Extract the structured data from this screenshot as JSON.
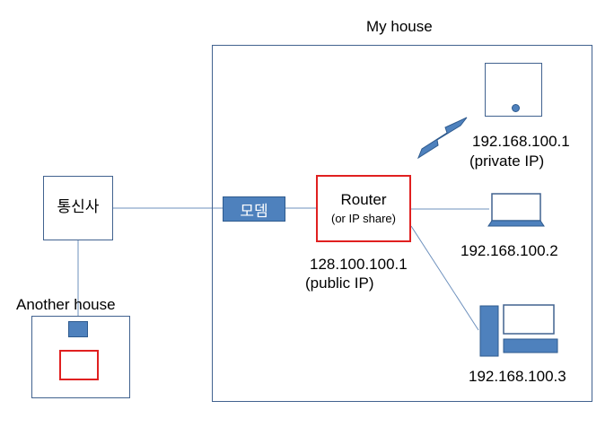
{
  "my_house": {
    "label": "My house"
  },
  "isp": {
    "label": "통신사"
  },
  "modem": {
    "label": "모뎀"
  },
  "router": {
    "title": "Router",
    "subtitle": "(or IP share)",
    "ip": "128.100.100.1",
    "ip_note": "(public IP)"
  },
  "devices": [
    {
      "ip": "192.168.100.1",
      "note": "(private IP)",
      "icon": "tablet-icon"
    },
    {
      "ip": "192.168.100.2",
      "icon": "laptop-icon"
    },
    {
      "ip": "192.168.100.3",
      "icon": "desktop-icon"
    }
  ],
  "another_house": {
    "label": "Another house"
  },
  "colors": {
    "box_border": "#41628f",
    "modem_fill": "#4e81bd",
    "router_border": "#e02020",
    "line": "#6d90bd"
  }
}
